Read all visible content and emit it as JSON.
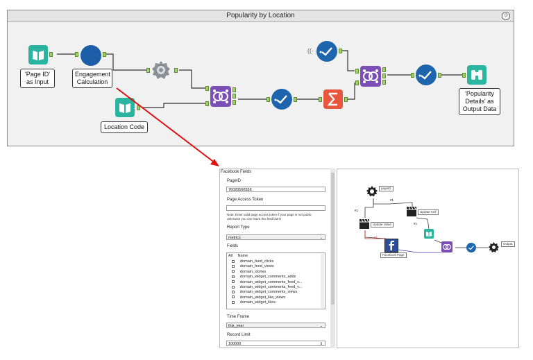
{
  "workflow": {
    "title": "Popularity by Location",
    "collapse_symbol": "⊙",
    "tools": {
      "page_id_input": {
        "label_line1": "'Page ID'",
        "label_line2": "as Input"
      },
      "engagement_calc": {
        "label_line1": "Engagement",
        "label_line2": "Calculation"
      },
      "location_code": {
        "label": "Location Code"
      },
      "popularity_output": {
        "label_line1": "'Popularity",
        "label_line2": "Details' as",
        "label_line3": "Output Data"
      }
    }
  },
  "config": {
    "section_title": "Facebook Fields",
    "page_id_label": "PageID",
    "page_id_value": "76020560556",
    "token_label": "Page Access Token",
    "token_value": "",
    "token_note_line1": "Note: Enter valid page access token if your page is not public",
    "token_note_line2": "otherwise you can leave this field blank",
    "report_type_label": "Report Type",
    "report_type_value": "metrics",
    "fields_label": "Fields",
    "fields_header_all": "All",
    "fields_header_name": "Name",
    "fields": [
      "domain_feed_clicks",
      "domain_feed_views",
      "domain_stories",
      "domain_widget_comments_adds",
      "domain_widget_comments_feed_c...",
      "domain_widget_comments_feed_v...",
      "domain_widget_comments_views",
      "domain_widget_like_views",
      "domain_widget_likes"
    ],
    "time_frame_label": "Time Frame",
    "time_frame_value": "this_year",
    "record_limit_label": "Record Limit",
    "record_limit_value": "100000"
  },
  "macro_canvas": {
    "page_id_label": "pageID",
    "update_cell_label": "Update Cell",
    "update_value_label": "Update Value",
    "facebook_page_label": "Facebook Page",
    "output_label": "Output",
    "conn_1": "#1",
    "conn_2": "#1",
    "conn_3": "#1",
    "conn_4": "#1"
  },
  "colors": {
    "input_green": "#2bb5a0",
    "blue_circle": "#1c5fa8",
    "join_purple": "#7b4fb7",
    "summarize_red": "#e8573c",
    "select_blue": "#1f65ad",
    "gear_gray": "#8a8f94",
    "arrow_red": "#e01010"
  }
}
